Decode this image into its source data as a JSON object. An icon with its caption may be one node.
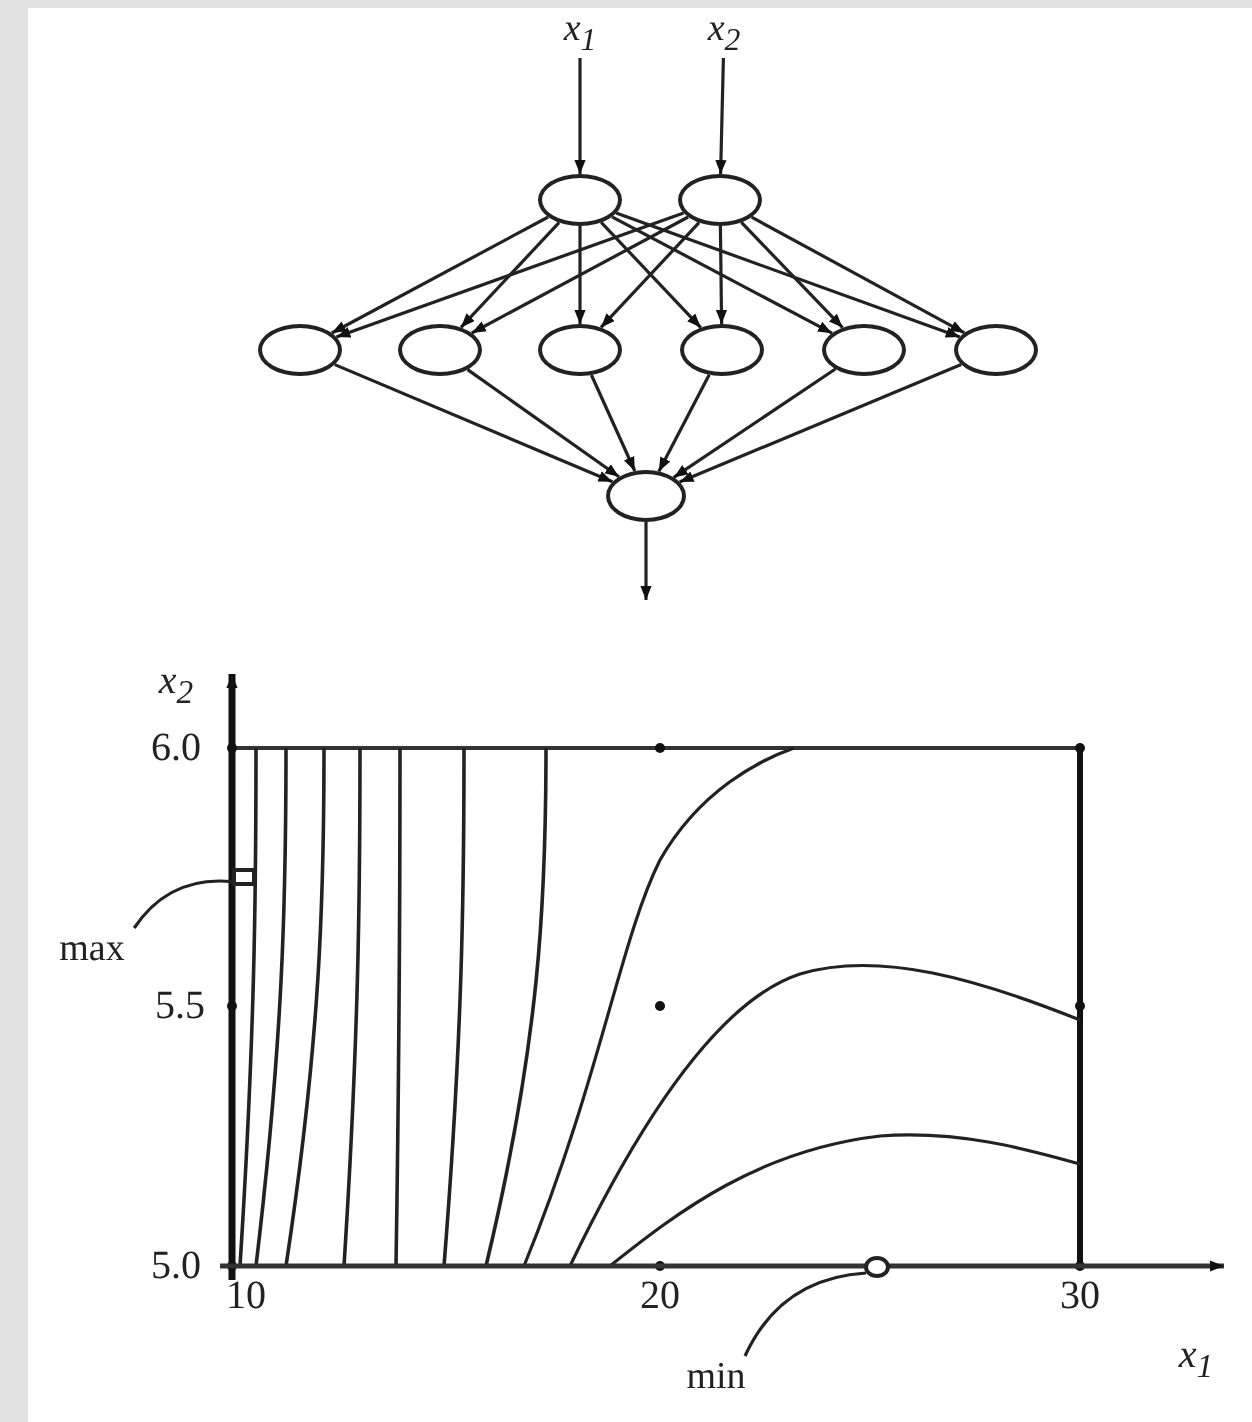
{
  "diagram": {
    "nodes": [
      {
        "text": [
          "x$_{1}$"
        ]
      },
      {
        "text": [
          "x$_{2}$"
        ]
      },
      {
        "text": [],
        "shape": "circle"
      },
      {
        "text": [],
        "shape": "circle"
      },
      {
        "text": [],
        "shape": "circle"
      },
      {
        "text": [],
        "shape": "circle"
      },
      {
        "text": [],
        "shape": "circle"
      },
      {
        "text": [],
        "shape": "circle"
      },
      {
        "text": [],
        "shape": "circle"
      },
      {
        "text": [],
        "shape": "circle"
      },
      {
        "text": [],
        "shape": "circle"
      },
      {
        "text": [
          "max"
        ]
      },
      {
        "text": [],
        "shape": "box"
      },
      {
        "text": [
          "min"
        ]
      },
      {
        "text": [],
        "shape": "circle"
      }
    ],
    "edges": [
      {
        "from": 0,
        "to": 2,
        "arrow": "to"
      },
      {
        "from": 1,
        "to": 3,
        "arrow": "to"
      },
      {
        "from": 2,
        "to": 4,
        "arrow": "to"
      },
      {
        "from": 2,
        "to": 5,
        "arrow": "to"
      },
      {
        "from": 2,
        "to": 6,
        "arrow": "to"
      },
      {
        "from": 2,
        "to": 7,
        "arrow": "to"
      },
      {
        "from": 2,
        "to": 8,
        "arrow": "to"
      },
      {
        "from": 2,
        "to": 9,
        "arrow": "to"
      },
      {
        "from": 3,
        "to": 4,
        "arrow": "to"
      },
      {
        "from": 3,
        "to": 5,
        "arrow": "to"
      },
      {
        "from": 3,
        "to": 6,
        "arrow": "to"
      },
      {
        "from": 3,
        "to": 7,
        "arrow": "to"
      },
      {
        "from": 3,
        "to": 8,
        "arrow": "to"
      },
      {
        "from": 3,
        "to": 9,
        "arrow": "to"
      },
      {
        "from": 4,
        "to": 10,
        "arrow": "to"
      },
      {
        "from": 5,
        "to": 10,
        "arrow": "to"
      },
      {
        "from": 6,
        "to": 10,
        "arrow": "to"
      },
      {
        "from": 7,
        "to": 10,
        "arrow": "to"
      },
      {
        "from": 8,
        "to": 10,
        "arrow": "to"
      },
      {
        "from": 9,
        "to": 10,
        "arrow": "to"
      },
      {
        "from": 10,
        "to": null,
        "arrow": "to"
      },
      {
        "from": 11,
        "to": 12,
        "arrow": "none"
      },
      {
        "from": 13,
        "to": 14,
        "arrow": "none"
      }
    ],
    "labels": [
      "x$_{2}$",
      "6.0",
      "5.5",
      "5.0",
      "10",
      "20",
      "30",
      "x$_{1}$"
    ]
  }
}
